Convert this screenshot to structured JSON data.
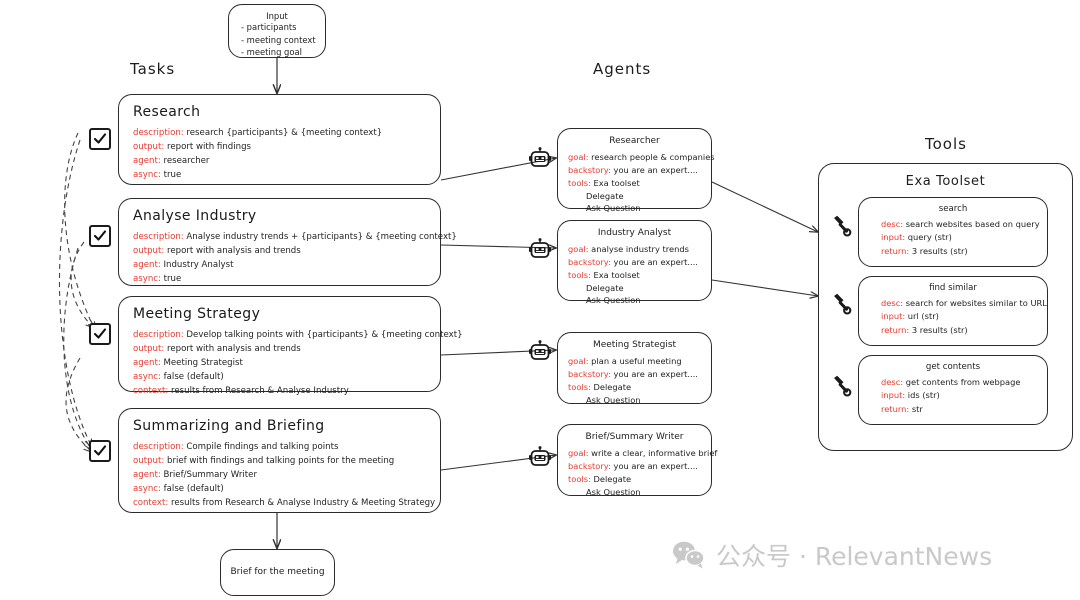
{
  "sections": {
    "tasks_heading": "Tasks",
    "agents_heading": "Agents",
    "tools_heading": "Tools"
  },
  "input_box": {
    "title": "Input",
    "lines": [
      "- participants",
      "- meeting context",
      "- meeting goal"
    ]
  },
  "output_box": {
    "label": "Brief for the meeting"
  },
  "labels": {
    "description": "description:",
    "output": "output:",
    "agent": "agent:",
    "async": "async:",
    "context": "context:",
    "goal": "goal:",
    "backstory": "backstory:",
    "tools": "tools:",
    "desc": "desc:",
    "input": "input:",
    "return": "return:"
  },
  "tasks": [
    {
      "title": "Research",
      "description": "research {participants} & {meeting context}",
      "output": "report with findings",
      "agent": "researcher",
      "async": "true",
      "context": null
    },
    {
      "title": "Analyse Industry",
      "description": "Analyse industry trends + {participants} & {meeting context}",
      "output": "report with analysis and trends",
      "agent": "Industry Analyst",
      "async": "true",
      "context": null
    },
    {
      "title": "Meeting Strategy",
      "description": "Develop talking points with {participants} & {meeting context}",
      "output": "report with analysis and trends",
      "agent": "Meeting Strategist",
      "async": "false (default)",
      "context": "results from Research & Analyse Industry"
    },
    {
      "title": "Summarizing and Briefing",
      "description": "Compile findings and talking points",
      "output": "brief with findings and talking points for the meeting",
      "agent": "Brief/Summary Writer",
      "async": "false (default)",
      "context": "results from Research & Analyse Industry & Meeting Strategy"
    }
  ],
  "agents": [
    {
      "title": "Researcher",
      "goal": "research people & companies",
      "backstory": "you are an expert....",
      "tools": [
        "Exa toolset",
        "Delegate",
        "Ask Question"
      ]
    },
    {
      "title": "Industry Analyst",
      "goal": "analyse industry trends",
      "backstory": "you are an expert....",
      "tools": [
        "Exa toolset",
        "Delegate",
        "Ask Question"
      ]
    },
    {
      "title": "Meeting Strategist",
      "goal": "plan a useful meeting",
      "backstory": "you are an expert....",
      "tools": [
        "Delegate",
        "Ask Question"
      ]
    },
    {
      "title": "Brief/Summary Writer",
      "goal": "write a clear, informative brief",
      "backstory": "you are an expert....",
      "tools": [
        "Delegate",
        "Ask Question"
      ]
    }
  ],
  "toolset": {
    "title": "Exa Toolset",
    "tools": [
      {
        "title": "search",
        "desc": "search websites based on query",
        "input": "query (str)",
        "return": "3 results (str)"
      },
      {
        "title": "find similar",
        "desc": "search for websites similar to URL",
        "input": "url (str)",
        "return": "3 results (str)"
      },
      {
        "title": "get contents",
        "desc": "get contents from webpage",
        "input": "ids (str)",
        "return": "str"
      }
    ]
  },
  "watermark": {
    "text": "公众号 · RelevantNews"
  },
  "colors": {
    "key_red": "#e8392f",
    "stroke": "#2b2b2b",
    "watermark": "#c9c9c9"
  }
}
